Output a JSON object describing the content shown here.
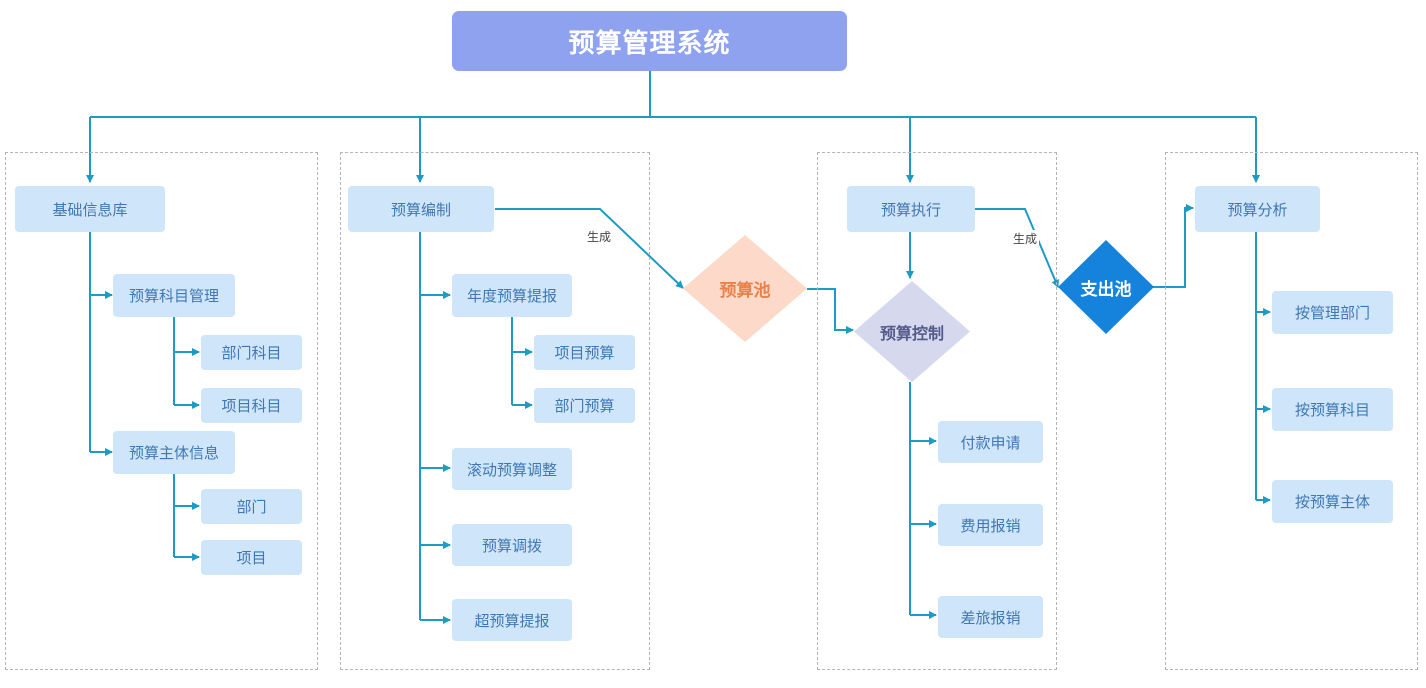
{
  "title": "预算管理系统",
  "colors": {
    "root_fill": "#8ea2f0",
    "node_fill": "#cfe5fa",
    "node_text": "#3f78b3",
    "link": "#1e9bc4",
    "pool_fill": "#fcd9c8",
    "pool_text": "#e8824a",
    "control_fill": "#d6d8ee",
    "control_text": "#555b8a",
    "expense_fill": "#1583dc",
    "expense_text": "#ffffff"
  },
  "columns": {
    "base": {
      "head": "基础信息库",
      "subject_mgmt": "预算科目管理",
      "dept_subject": "部门科目",
      "project_subject": "项目科目",
      "entity_info": "预算主体信息",
      "dept": "部门",
      "project": "项目"
    },
    "compile": {
      "head": "预算编制",
      "annual": "年度预算提报",
      "project_budget": "项目预算",
      "dept_budget": "部门预算",
      "rolling": "滚动预算调整",
      "transfer": "预算调拨",
      "over": "超预算提报"
    },
    "execute": {
      "head": "预算执行",
      "control": "预算控制",
      "payment": "付款申请",
      "expense": "费用报销",
      "travel": "差旅报销"
    },
    "analysis": {
      "head": "预算分析",
      "by_dept": "按管理部门",
      "by_subject": "按预算科目",
      "by_entity": "按预算主体"
    }
  },
  "pools": {
    "budget_pool": "预算池",
    "expense_pool": "支出池"
  },
  "edge_labels": {
    "gen1": "生成",
    "gen2": "生成"
  }
}
